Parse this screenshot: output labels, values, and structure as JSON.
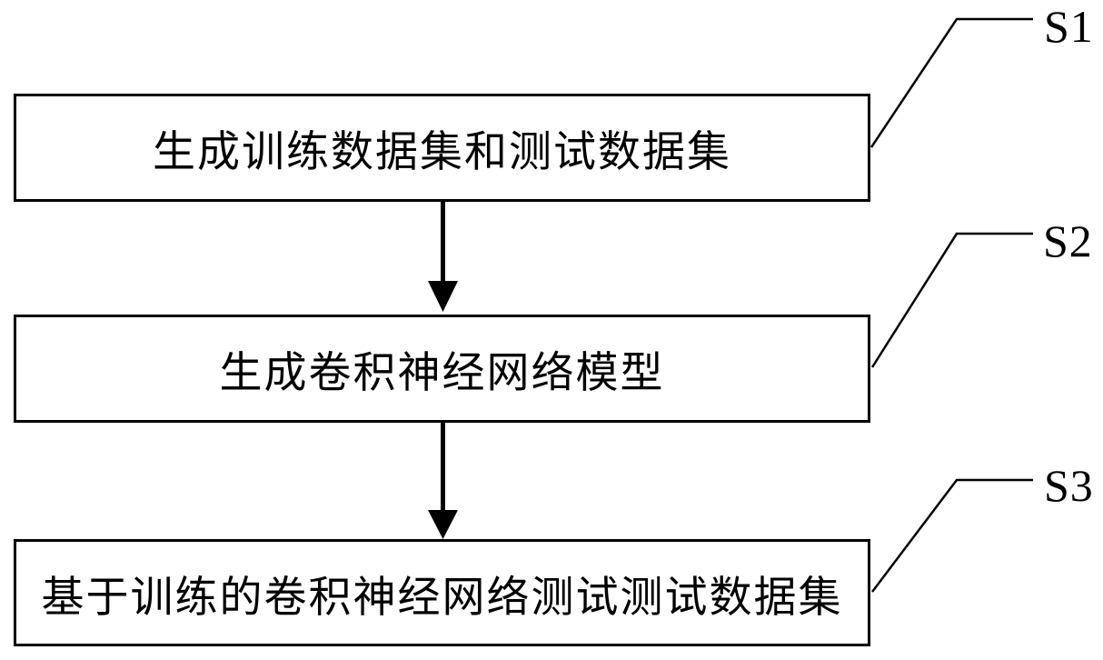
{
  "figure": {
    "type": "flowchart",
    "steps": [
      {
        "id": "S1",
        "label": "生成训练数据集和测试数据集"
      },
      {
        "id": "S2",
        "label": "生成卷积神经网络模型"
      },
      {
        "id": "S3",
        "label": "基于训练的卷积神经网络测试测试数据集"
      }
    ],
    "colors": {
      "line": "#000000",
      "background": "#ffffff",
      "text": "#000000"
    }
  }
}
